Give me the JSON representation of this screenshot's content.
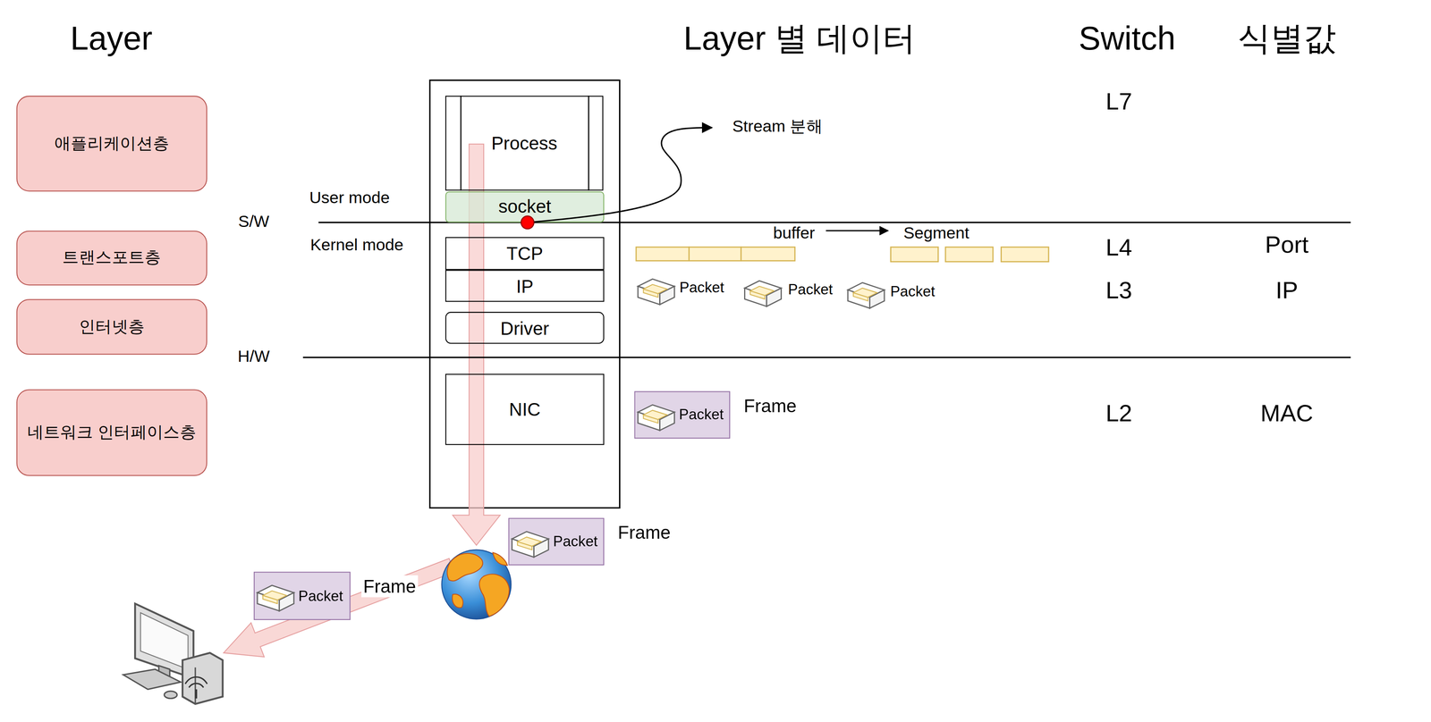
{
  "diagram": {
    "nodes": [
      {
        "text": [
          "애플리케이션층"
        ]
      },
      {
        "text": [
          "트랜스포트층"
        ]
      },
      {
        "text": [
          "인터넷층"
        ]
      },
      {
        "text": [
          "네트워크 인터페이스층"
        ]
      },
      {
        "text": [
          "Process"
        ]
      },
      {
        "text": [
          "socket"
        ]
      },
      {
        "text": [
          "TCP"
        ]
      },
      {
        "text": [
          "IP"
        ]
      },
      {
        "text": [
          "Driver"
        ]
      },
      {
        "text": [
          "NIC"
        ]
      },
      {
        "text": [
          "Packet",
          "Frame"
        ]
      },
      {
        "text": [
          "Packet",
          "Frame"
        ]
      },
      {
        "text": [
          "Packet",
          "Frame"
        ]
      }
    ],
    "labels": [
      "Layer",
      "Layer 별 데이터",
      "Switch",
      "식별값",
      "S/W",
      "H/W",
      "User mode",
      "Kernel mode",
      "Stream 분해",
      "buffer",
      "Segment",
      "Packet",
      "Packet",
      "Packet",
      "L7",
      "L4",
      "L3",
      "L2",
      "Port",
      "IP",
      "MAC"
    ]
  }
}
